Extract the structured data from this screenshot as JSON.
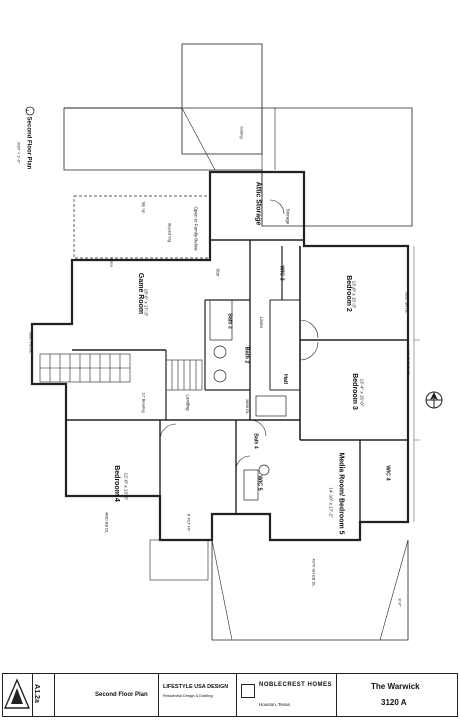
{
  "plan": {
    "title": "Second Floor Plan",
    "scale": "3/16\" = 1'-0\"",
    "detail_number": "1",
    "rooms": {
      "attic_storage": "Attic Storage",
      "game_room": "Game Room",
      "bedroom2": "Bedroom 2",
      "bedroom3": "Bedroom 3",
      "bedroom4": "Bedroom 4",
      "media_room": "Media Room/ Bedroom 5",
      "wic3": "WIC 3",
      "wic4": "WIC 4",
      "wic5": "WIC 5",
      "bath2": "Bath 2",
      "bath3": "Bath 3",
      "bath4": "Bath 4",
      "hall": "Hall",
      "linen": "Linen",
      "storage": "Storage",
      "stor": "Stor",
      "open_to_below": "Open to Family Below",
      "landing": "Landing"
    },
    "dims": {
      "game_room_size": "18'-6\" x 17'-3\"",
      "b2_size": "13'-0\" x 15'-3\"",
      "b3_size": "13'-4\" x 15'-0\"",
      "b4_size": "12'-0\" x 13'-8\"",
      "media_size": "14'-10\" x 17'-2\""
    },
    "notes": {
      "n1": "6060 FG DL",
      "n2": "3050 SH DL",
      "n3": "4070 SH EB DL",
      "n4": "4060 EB DL",
      "n5": "2868 DL",
      "n6": "12' Bearing",
      "n7": "Sloped Clg",
      "n8": "Slp Up",
      "n9": "12'-0\" PLT HT",
      "n10": "8' PLT HT",
      "n11": "Ceiling"
    },
    "labels": {
      "area_label": "Area",
      "arrow_label": "8'-0\""
    }
  },
  "title_block": {
    "sheet": "A1.2a",
    "sheet_label": "Second Floor Plan",
    "designer": "LIFESTYLE USA DESIGN",
    "designer_sub": "Residential Design & Drafting",
    "builder": "NOBLECREST HOMES",
    "builder_addr": "Houston, Texas",
    "plan_name": "The Warwick",
    "plan_number": "3120 A"
  }
}
